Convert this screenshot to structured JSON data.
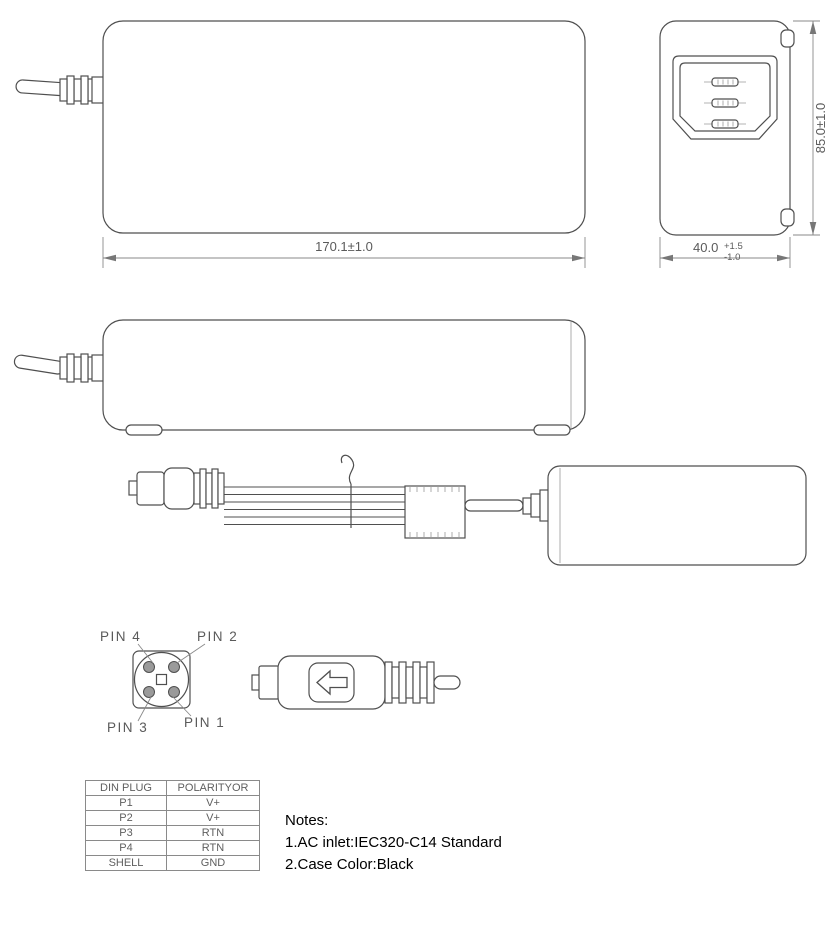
{
  "dimensions": {
    "top_width": "170.1±1.0",
    "end_height": "85.0±1.0",
    "end_width": "40.0",
    "end_width_tol_plus": "+1.5",
    "end_width_tol_minus": "-1.0"
  },
  "pin_labels": {
    "pin4": "PIN 4",
    "pin2": "PIN 2",
    "pin3": "PIN 3",
    "pin1": "PIN 1"
  },
  "pin_table": {
    "headers": [
      "DIN PLUG",
      "POLARITYOR"
    ],
    "rows": [
      [
        "P1",
        "V+"
      ],
      [
        "P2",
        "V+"
      ],
      [
        "P3",
        "RTN"
      ],
      [
        "P4",
        "RTN"
      ],
      [
        "SHELL",
        "GND"
      ]
    ]
  },
  "notes": {
    "heading": "Notes:",
    "items": [
      "1.AC inlet:IEC320-C14 Standard",
      "2.Case Color:Black"
    ]
  }
}
